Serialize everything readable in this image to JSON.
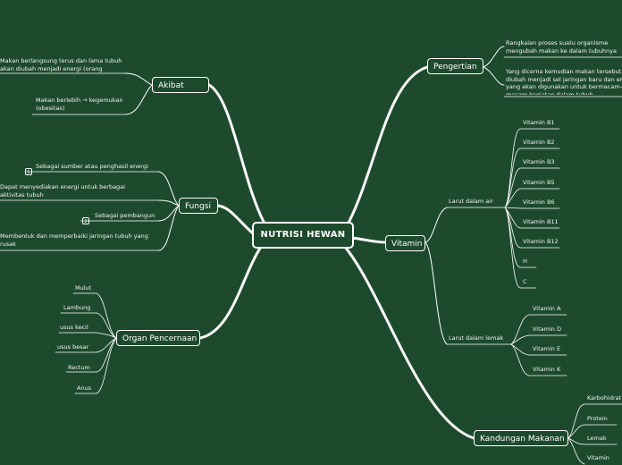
{
  "central": "NUTRISI HEWAN",
  "colors": {
    "background": "#1d4a2d",
    "line": "#ffffff"
  },
  "pengertian": {
    "label": "Pengertian",
    "items": [
      "Rangkaian proses suatu organisme mengubah makan ke dalam tubuhnya",
      "Yang dicerna kemudian makan tersebut diubah menjadi sel jaringan baru dan energi yang akan digunakan untuk bermacam-macam kegiatan dalam tubuh"
    ]
  },
  "vitamin": {
    "label": "Vitamin",
    "larut_air": {
      "label": "Larut dalam air",
      "items": [
        "Vitamin B1",
        "Vitamin B2",
        "Vitamin B3",
        "Vitamin B5",
        "Vitamin B6",
        "Vitamin B11",
        "Vitamin B12",
        "H",
        "C"
      ]
    },
    "larut_lemak": {
      "label": "Larut dalam lemak",
      "items": [
        "Vitamin A",
        "Vitamin D",
        "Vitamin E",
        "Vitamin K"
      ]
    }
  },
  "kandungan": {
    "label": "Kandungan Makanan",
    "items": [
      "Karbohidrat",
      "Protein",
      "Lemak",
      "Vitamin"
    ]
  },
  "akibat": {
    "label": "Akibat",
    "items": [
      "Makan berlangsung terus dan lama tubuh akan diubah menjadi energi (orang",
      "Makan berlebih → kegemukan (obesitas)"
    ]
  },
  "fungsi": {
    "label": "Fungsi",
    "items": [
      {
        "badge": "1",
        "text": "Sebagai sumber atau penghasil energi"
      },
      {
        "badge": "",
        "text": "Dapat menyediakan energi untuk berbagai aktivitas tubuh"
      },
      {
        "badge": "2",
        "text": "Sebagai pembangun"
      },
      {
        "badge": "",
        "text": "Membentuk dan memperbaiki jaringan tubuh yang rusak"
      }
    ]
  },
  "organ": {
    "label": "Organ Pencernaan",
    "items": [
      "Mulut",
      "Lambung",
      "usus kecil",
      "usus besar",
      "Rectum",
      "Anus"
    ]
  }
}
